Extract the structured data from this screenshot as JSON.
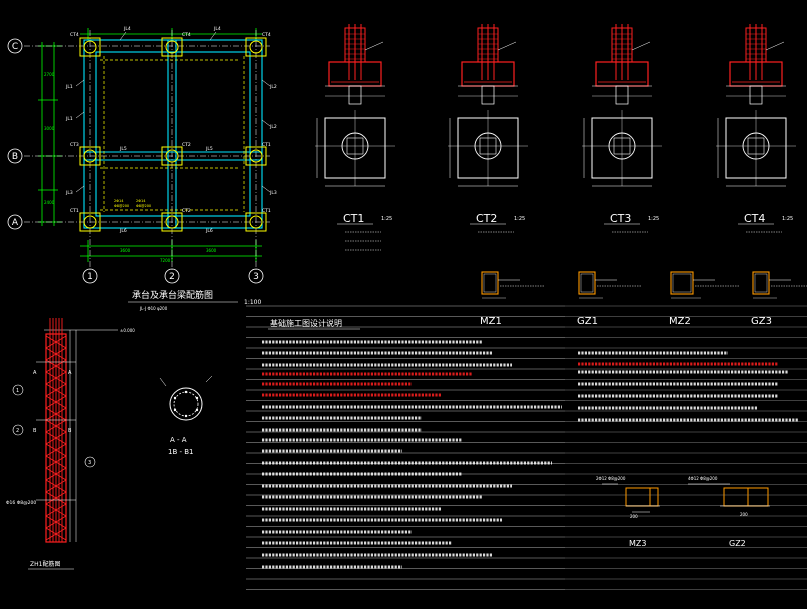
{
  "plan": {
    "title": "承台及承台梁配筋图",
    "scale": "1:100",
    "axis_rows": [
      "C",
      "B",
      "A"
    ],
    "axis_cols": [
      "1",
      "2",
      "3"
    ],
    "column_tags": [
      "CT4",
      "CT4",
      "CT4",
      "CT3",
      "CT2",
      "CT1",
      "CT1",
      "CT2",
      "CT1"
    ]
  },
  "sections": [
    {
      "label": "CT1",
      "scale": "1:25"
    },
    {
      "label": "CT2",
      "scale": "1:25"
    },
    {
      "label": "CT3",
      "scale": "1:25"
    },
    {
      "label": "CT4",
      "scale": "1:25"
    }
  ],
  "column_sections": [
    {
      "label": "MZ1"
    },
    {
      "label": "GZ1"
    },
    {
      "label": "MZ2"
    },
    {
      "label": "GZ3"
    }
  ],
  "small_details": [
    {
      "label": "MZ3"
    },
    {
      "label": "GZ2"
    }
  ],
  "pile": {
    "label": "ZH1配筋图",
    "section_label_1": "A - A",
    "section_label_2": "1B - B1"
  },
  "notes": {
    "title": "基础施工图设计说明"
  },
  "colors": {
    "bg": "#000000",
    "white": "#ffffff",
    "cyan": "#00e5ff",
    "yellow": "#ffff00",
    "red": "#ff2020",
    "green": "#00ff00",
    "orange": "#ff9a00",
    "magenta": "#ff40ff"
  }
}
